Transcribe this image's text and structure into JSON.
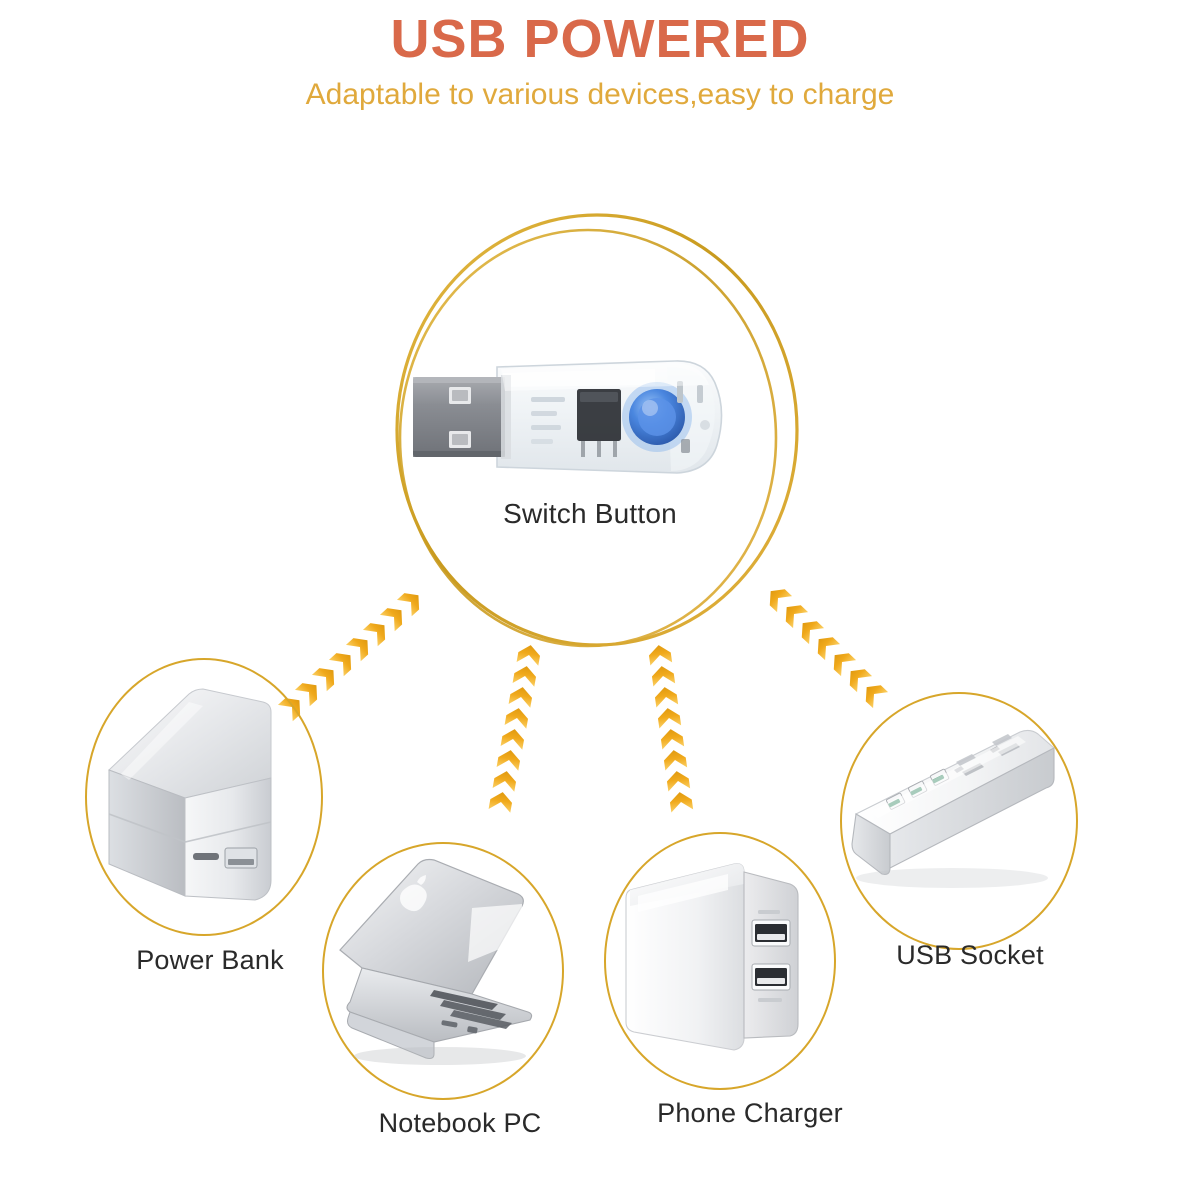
{
  "header": {
    "title": "USB POWERED",
    "subtitle": "Adaptable to various devices,easy to charge"
  },
  "center": {
    "label": "Switch Button",
    "device_name": "usb-switch-dongle",
    "ring_color": "#d7a62a"
  },
  "devices": [
    {
      "id": "power-bank",
      "label": "Power Bank",
      "icon": "power-bank-icon"
    },
    {
      "id": "notebook-pc",
      "label": "Notebook PC",
      "icon": "laptop-icon"
    },
    {
      "id": "phone-charger",
      "label": "Phone Charger",
      "icon": "wall-charger-icon"
    },
    {
      "id": "usb-socket",
      "label": "USB Socket",
      "icon": "power-strip-icon"
    }
  ],
  "colors": {
    "title": "#d9694a",
    "subtitle": "#e0a93c",
    "gold": "#d7a62a",
    "arrow": "#f0ab1e",
    "arrow_light": "#f7c948",
    "label": "#2a2a2a",
    "background": "#ffffff",
    "button_blue": "#2f6fd0",
    "metal": "#8e8e93"
  },
  "arrows": {
    "count": 4,
    "style": "chevron-trail",
    "targets": [
      "power-bank",
      "notebook-pc",
      "phone-charger",
      "usb-socket"
    ]
  }
}
